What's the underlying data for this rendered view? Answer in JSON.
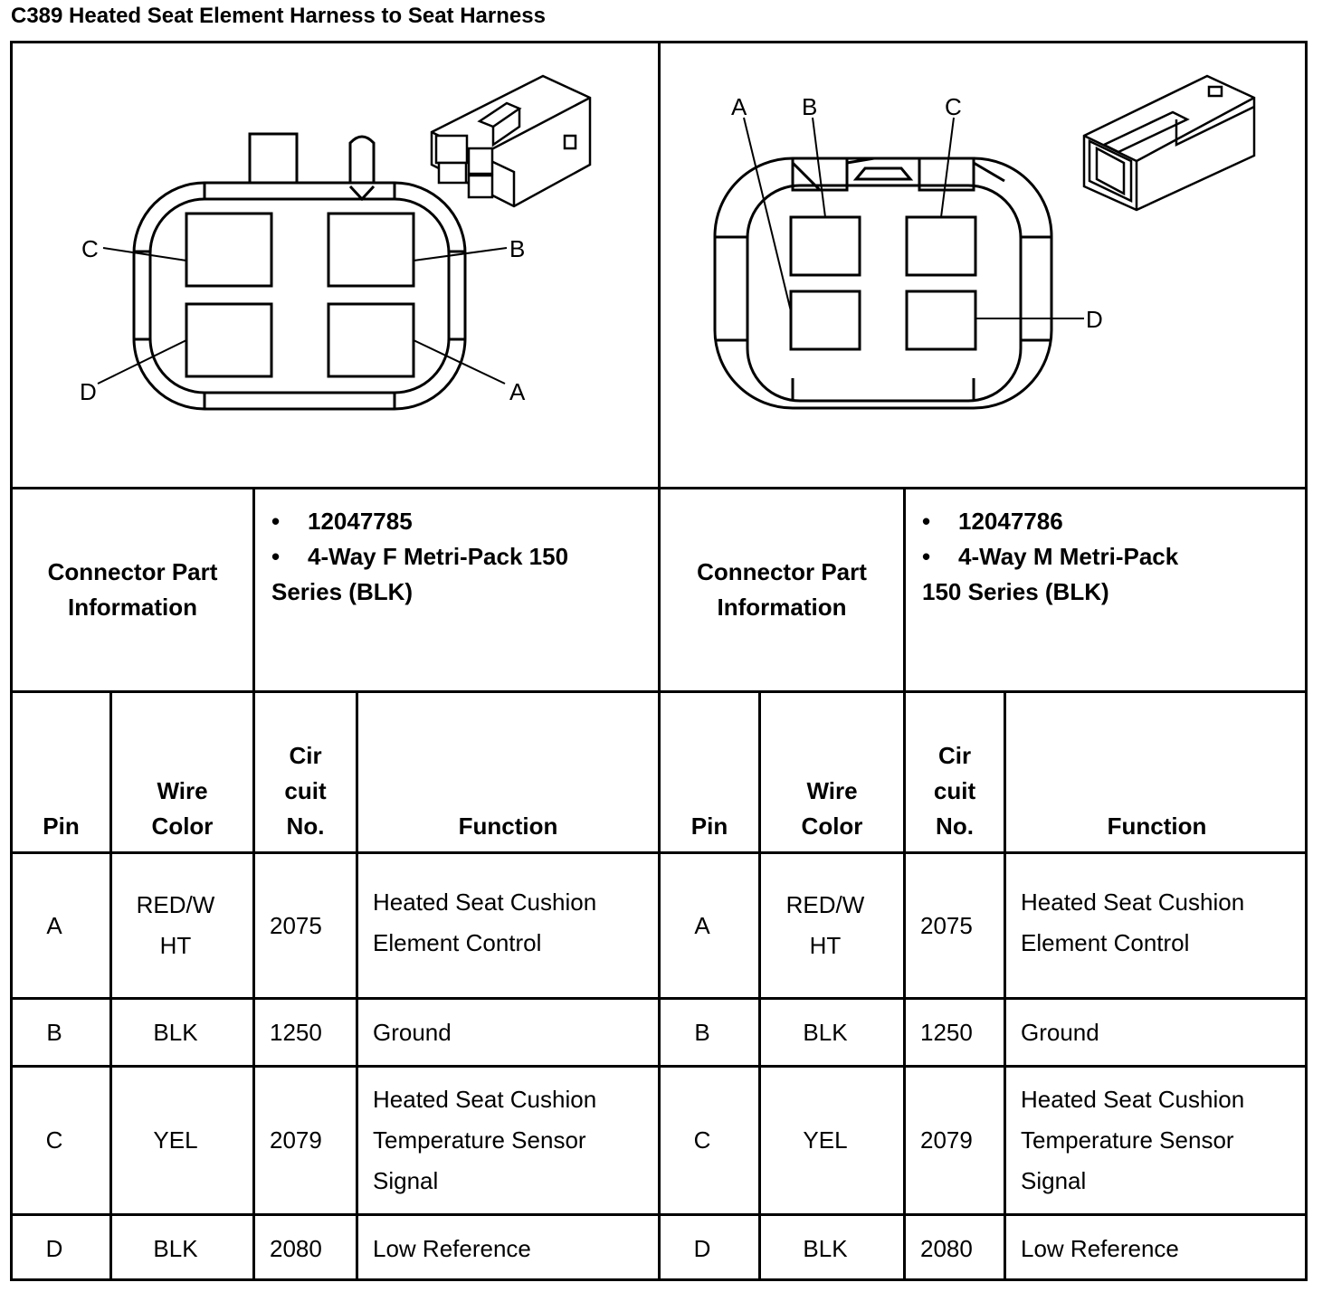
{
  "title": "C389 Heated Seat Element Harness to Seat Harness",
  "left_connector": {
    "pin_labels": {
      "a": "A",
      "b": "B",
      "c": "C",
      "d": "D"
    },
    "info_label": "Connector Part Information",
    "part_number": "12047785",
    "description": "4-Way F Metri-Pack 150 Series (BLK)",
    "headers": {
      "pin": "Pin",
      "wire_color": "Wire Color",
      "circuit": "Cir cuit No.",
      "function": "Function"
    },
    "rows": [
      {
        "pin": "A",
        "wire_color": "RED/W HT",
        "circuit": "2075",
        "function": "Heated Seat Cushion Element Control"
      },
      {
        "pin": "B",
        "wire_color": "BLK",
        "circuit": "1250",
        "function": "Ground"
      },
      {
        "pin": "C",
        "wire_color": "YEL",
        "circuit": "2079",
        "function": "Heated Seat Cushion Temperature Sensor Signal"
      },
      {
        "pin": "D",
        "wire_color": "BLK",
        "circuit": "2080",
        "function": "Low Reference"
      }
    ]
  },
  "right_connector": {
    "pin_labels": {
      "a": "A",
      "b": "B",
      "c": "C",
      "d": "D"
    },
    "info_label": "Connector Part Information",
    "part_number": "12047786",
    "description": "4-Way M Metri-Pack 150 Series (BLK)",
    "headers": {
      "pin": "Pin",
      "wire_color": "Wire Color",
      "circuit": "Cir cuit No.",
      "function": "Function"
    },
    "rows": [
      {
        "pin": "A",
        "wire_color": "RED/W HT",
        "circuit": "2075",
        "function": "Heated Seat Cushion Element Control"
      },
      {
        "pin": "B",
        "wire_color": "BLK",
        "circuit": "1250",
        "function": "Ground"
      },
      {
        "pin": "C",
        "wire_color": "YEL",
        "circuit": "2079",
        "function": "Heated Seat Cushion Temperature Sensor Signal"
      },
      {
        "pin": "D",
        "wire_color": "BLK",
        "circuit": "2080",
        "function": "Low Reference"
      }
    ]
  }
}
